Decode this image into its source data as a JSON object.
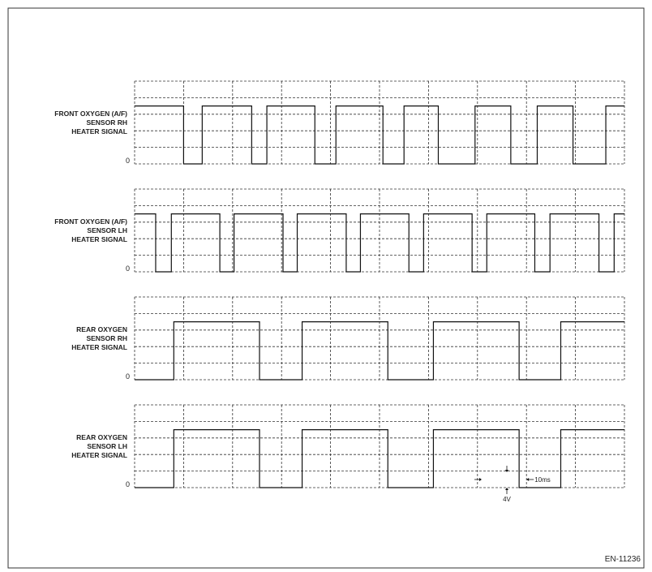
{
  "figure_code": "EN-11236",
  "zero_label": "0",
  "panels": [
    {
      "label_lines": [
        "FRONT OXYGEN (A/F)",
        "SENSOR RH",
        "HEATER SIGNAL"
      ],
      "high_intervals": [
        [
          0,
          1
        ],
        [
          1.38,
          2.39
        ],
        [
          2.7,
          3.68
        ],
        [
          4.11,
          5.07
        ],
        [
          5.5,
          6.2
        ],
        [
          6.95,
          7.68
        ],
        [
          8.22,
          8.95
        ],
        [
          9.62,
          10
        ]
      ]
    },
    {
      "label_lines": [
        "FRONT OXYGEN (A/F)",
        "SENSOR LH",
        "HEATER SIGNAL"
      ],
      "high_intervals": [
        [
          0,
          0.43
        ],
        [
          0.75,
          1.74
        ],
        [
          2.03,
          3.03
        ],
        [
          3.32,
          4.32
        ],
        [
          4.61,
          5.6
        ],
        [
          5.9,
          6.89
        ],
        [
          7.19,
          8.17
        ],
        [
          8.48,
          9.48
        ],
        [
          9.79,
          10
        ]
      ]
    },
    {
      "label_lines": [
        "REAR OXYGEN",
        "SENSOR RH",
        "HEATER SIGNAL"
      ],
      "high_intervals": [
        [
          0.8,
          2.55
        ],
        [
          3.42,
          5.17
        ],
        [
          6.1,
          7.85
        ],
        [
          8.7,
          10
        ]
      ]
    },
    {
      "label_lines": [
        "REAR OXYGEN",
        "SENSOR LH",
        "HEATER SIGNAL"
      ],
      "high_intervals": [
        [
          0.8,
          2.55
        ],
        [
          3.42,
          5.17
        ],
        [
          6.1,
          7.85
        ],
        [
          8.7,
          10
        ]
      ]
    }
  ],
  "annotations": {
    "time_div": "10ms",
    "volt_div": "4V"
  }
}
